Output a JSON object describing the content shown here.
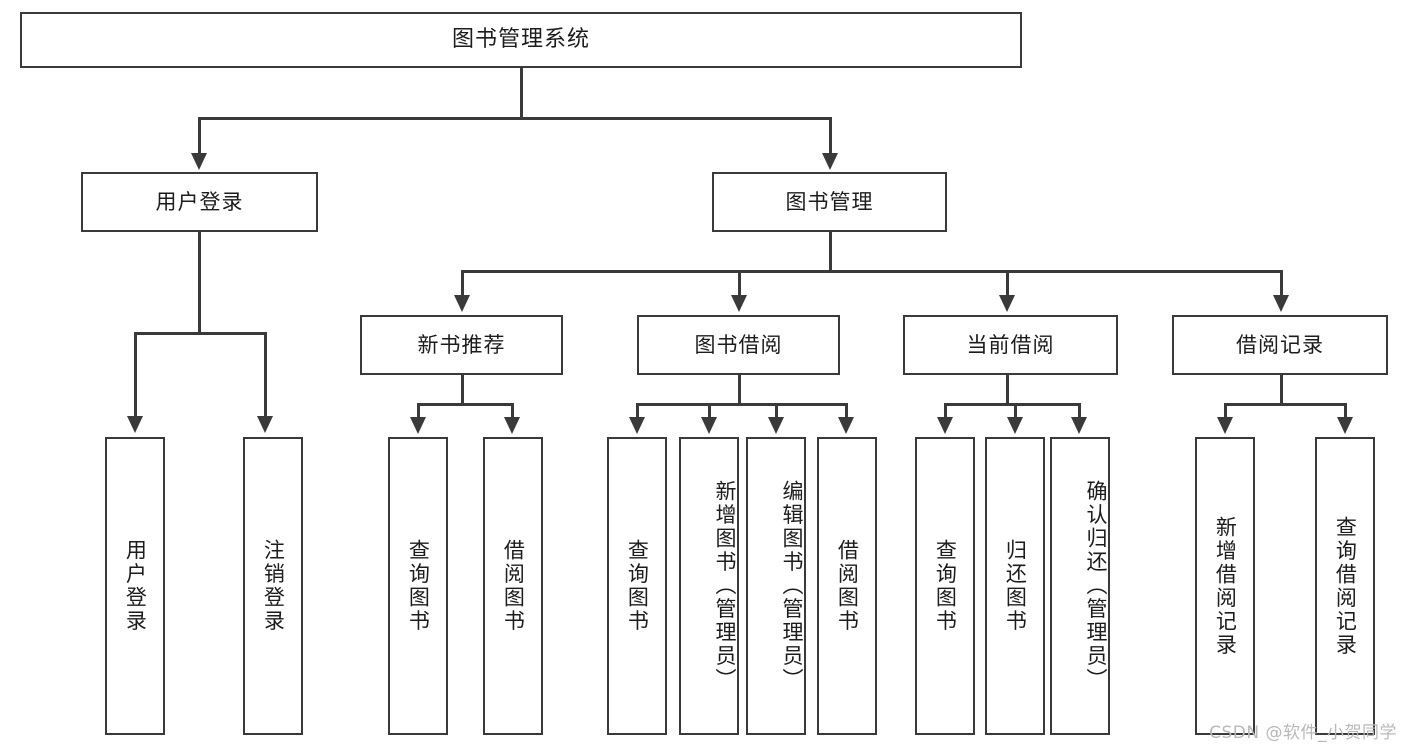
{
  "diagram": {
    "type": "tree-hierarchy",
    "title": "图书管理系统",
    "watermark": "CSDN @软件_小贺同学",
    "colors": {
      "line": "#3a3a3a",
      "box_fill": "#ffffff",
      "text": "#1c1c1c",
      "watermark": "#b9b9b9",
      "background": "#ffffff"
    },
    "nodes": {
      "root": {
        "label": "图书管理系统"
      },
      "level2": [
        {
          "id": "user-login",
          "label": "用户登录"
        },
        {
          "id": "book-management",
          "label": "图书管理"
        }
      ],
      "level3": [
        {
          "id": "new-book-recommend",
          "label": "新书推荐"
        },
        {
          "id": "book-borrow",
          "label": "图书借阅"
        },
        {
          "id": "current-borrow",
          "label": "当前借阅"
        },
        {
          "id": "borrow-record",
          "label": "借阅记录"
        }
      ],
      "leaves": {
        "user-login": [
          {
            "id": "leaf-user-login",
            "label": "用户登录"
          },
          {
            "id": "leaf-logout-login",
            "label": "注销登录"
          }
        ],
        "new-book-recommend": [
          {
            "id": "leaf-query-book-1",
            "label": "查询图书"
          },
          {
            "id": "leaf-borrow-book-1",
            "label": "借阅图书"
          }
        ],
        "book-borrow": [
          {
            "id": "leaf-query-book-2",
            "label": "查询图书"
          },
          {
            "id": "leaf-add-book",
            "label": "新增图书（管理员）"
          },
          {
            "id": "leaf-edit-book",
            "label": "编辑图书（管理员）"
          },
          {
            "id": "leaf-borrow-book-2",
            "label": "借阅图书"
          }
        ],
        "current-borrow": [
          {
            "id": "leaf-query-book-3",
            "label": "查询图书"
          },
          {
            "id": "leaf-return-book",
            "label": "归还图书"
          },
          {
            "id": "leaf-confirm-return",
            "label": "确认归还（管理员）"
          }
        ],
        "borrow-record": [
          {
            "id": "leaf-add-record",
            "label": "新增借阅记录"
          },
          {
            "id": "leaf-query-record",
            "label": "查询借阅记录"
          }
        ]
      }
    }
  }
}
